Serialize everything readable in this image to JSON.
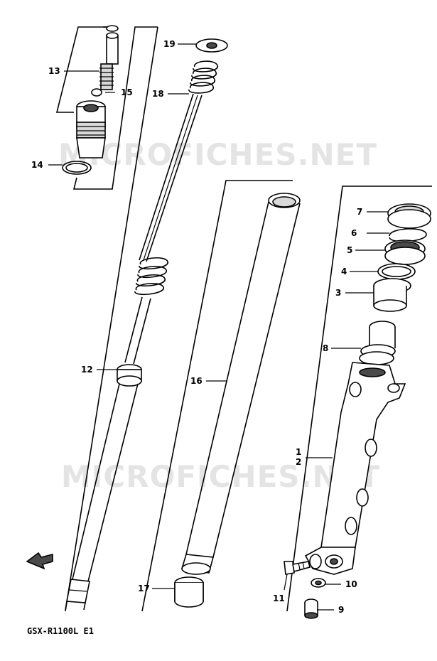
{
  "diagram": {
    "model_code": "GSX-R1100L E1",
    "watermarks": [
      "MICROFICHES.NET",
      "MICROFICHES.NET"
    ],
    "callouts": {
      "c1": "1",
      "c2": "2",
      "c3": "3",
      "c4": "4",
      "c5": "5",
      "c6": "6",
      "c7": "7",
      "c8": "8",
      "c9": "9",
      "c10": "10",
      "c11": "11",
      "c12": "12",
      "c13": "13",
      "c14": "14",
      "c15": "15",
      "c16": "16",
      "c17": "17",
      "c18": "18",
      "c19": "19"
    },
    "colors": {
      "ink": "#000000",
      "watermark": "#e4e4e4",
      "background": "#ffffff"
    },
    "icons": [
      "front-arrow-icon"
    ]
  }
}
